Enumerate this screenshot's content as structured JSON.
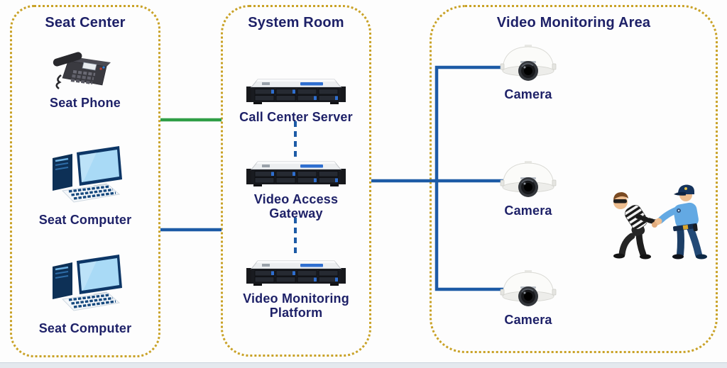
{
  "diagram": {
    "seat_center": {
      "title": "Seat Center",
      "items": [
        {
          "label": "Seat Phone",
          "icon": "desk-phone-icon"
        },
        {
          "label": "Seat Computer",
          "icon": "desktop-computer-icon"
        },
        {
          "label": "Seat Computer",
          "icon": "desktop-computer-icon"
        }
      ]
    },
    "system_room": {
      "title": "System Room",
      "items": [
        {
          "label": "Call Center Server",
          "icon": "rack-server-icon"
        },
        {
          "label": "Video Access Gateway",
          "icon": "rack-server-icon"
        },
        {
          "label": "Video Monitoring Platform",
          "icon": "rack-server-icon"
        }
      ]
    },
    "video_monitoring_area": {
      "title": "Video Monitoring Area",
      "items": [
        {
          "label": "Camera",
          "icon": "dome-camera-icon"
        },
        {
          "label": "Camera",
          "icon": "dome-camera-icon"
        },
        {
          "label": "Camera",
          "icon": "dome-camera-icon"
        }
      ],
      "illustration": "police-officer-arresting-thief"
    },
    "connections": [
      {
        "from": "Seat Phone",
        "to": "Call Center Server",
        "style": "solid",
        "color": "green"
      },
      {
        "from": "Seat Computer",
        "to": "System Room",
        "style": "solid",
        "color": "blue"
      },
      {
        "from": "Call Center Server",
        "to": "Video Access Gateway",
        "style": "dashed",
        "color": "blue"
      },
      {
        "from": "Video Access Gateway",
        "to": "Video Monitoring Platform",
        "style": "dashed",
        "color": "blue"
      },
      {
        "from": "Video Access Gateway",
        "to": "Camera x3",
        "style": "solid",
        "color": "blue"
      }
    ]
  },
  "colors": {
    "gold": "#C9A227",
    "navy": "#1E2168",
    "green": "#2F9E46",
    "blue": "#1D5BA6",
    "bottombar": "#E4E9EE"
  }
}
